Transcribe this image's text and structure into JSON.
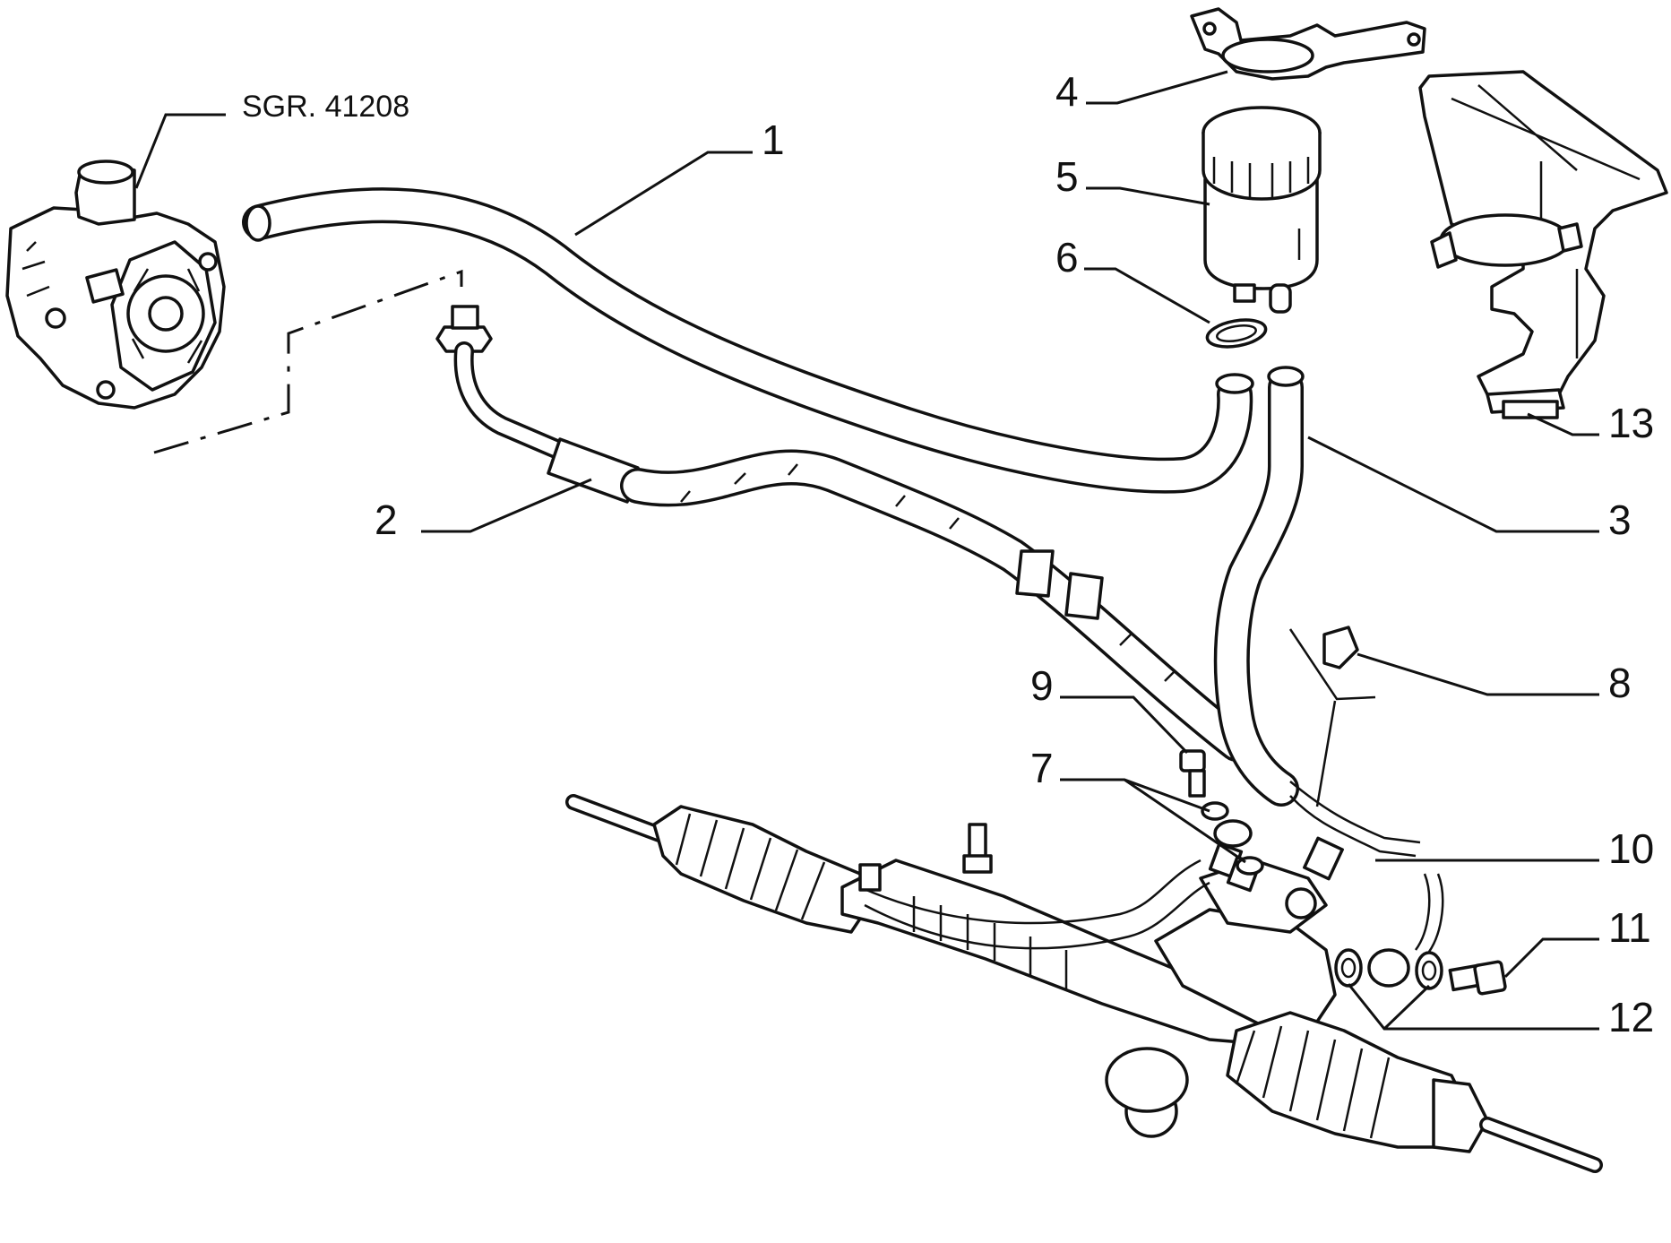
{
  "reference": {
    "text": "SGR. 41208"
  },
  "callouts": [
    {
      "id": "c1",
      "text": "1"
    },
    {
      "id": "c2",
      "text": "2"
    },
    {
      "id": "c3",
      "text": "3"
    },
    {
      "id": "c4",
      "text": "4"
    },
    {
      "id": "c5",
      "text": "5"
    },
    {
      "id": "c6",
      "text": "6"
    },
    {
      "id": "c7",
      "text": "7"
    },
    {
      "id": "c8",
      "text": "8"
    },
    {
      "id": "c9",
      "text": "9"
    },
    {
      "id": "c10",
      "text": "10"
    },
    {
      "id": "c11",
      "text": "11"
    },
    {
      "id": "c12",
      "text": "12"
    },
    {
      "id": "c13",
      "text": "13"
    }
  ]
}
